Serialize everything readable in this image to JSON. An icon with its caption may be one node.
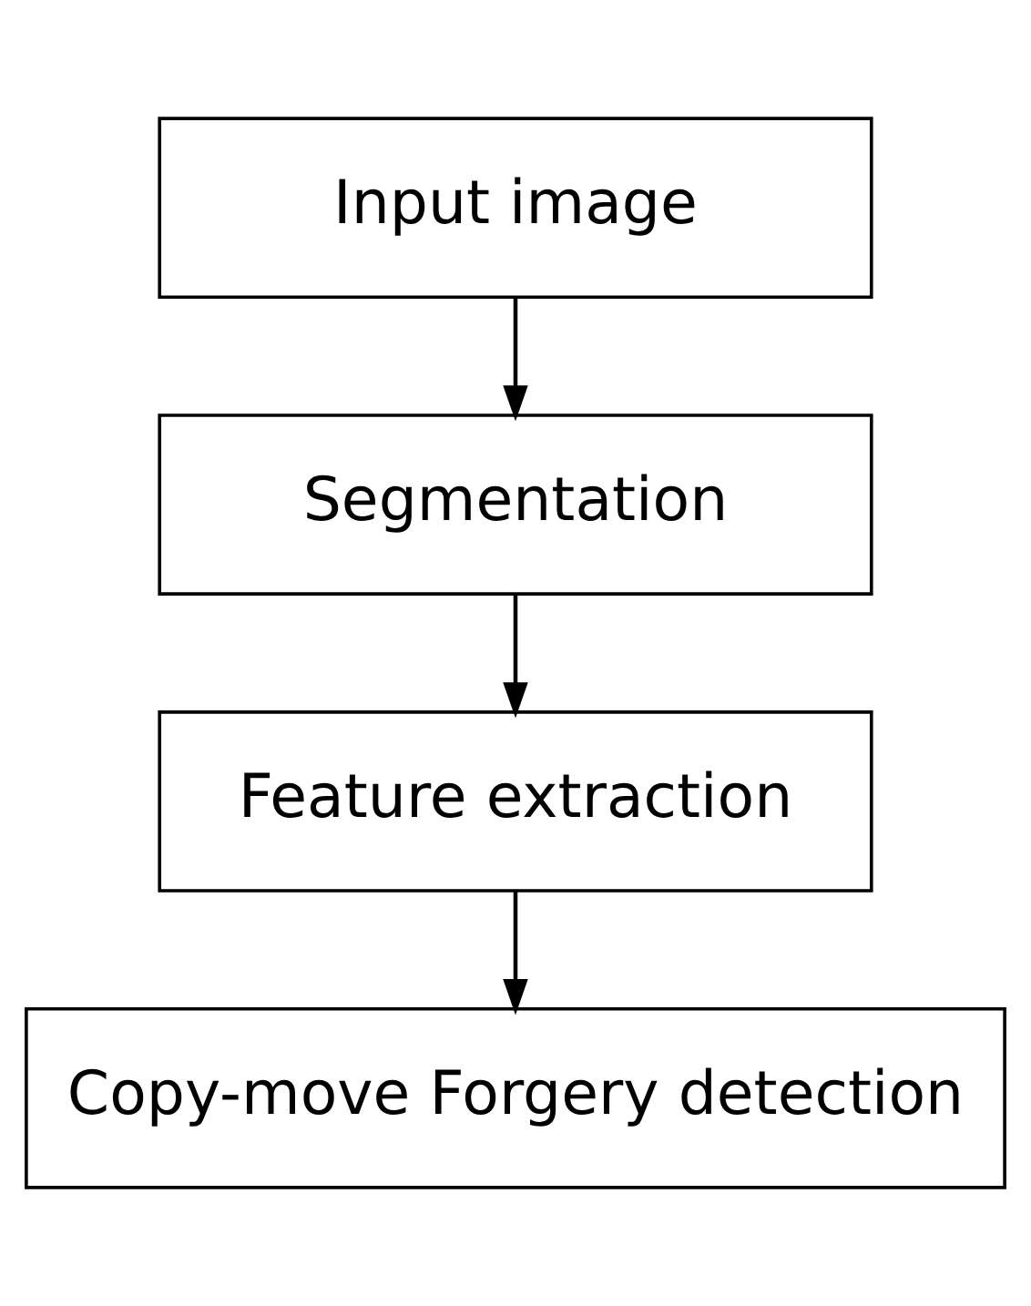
{
  "diagram": {
    "nodes": [
      {
        "text": [
          "Input image"
        ]
      },
      {
        "text": [
          "Segmentation"
        ]
      },
      {
        "text": [
          "Feature extraction"
        ]
      },
      {
        "text": [
          "Copy-move Forgery detection"
        ]
      }
    ],
    "edges": [
      {
        "from": 0,
        "to": 1,
        "arrow": "to"
      },
      {
        "from": 1,
        "to": 2,
        "arrow": "to"
      },
      {
        "from": 2,
        "to": 3,
        "arrow": "to"
      }
    ]
  }
}
